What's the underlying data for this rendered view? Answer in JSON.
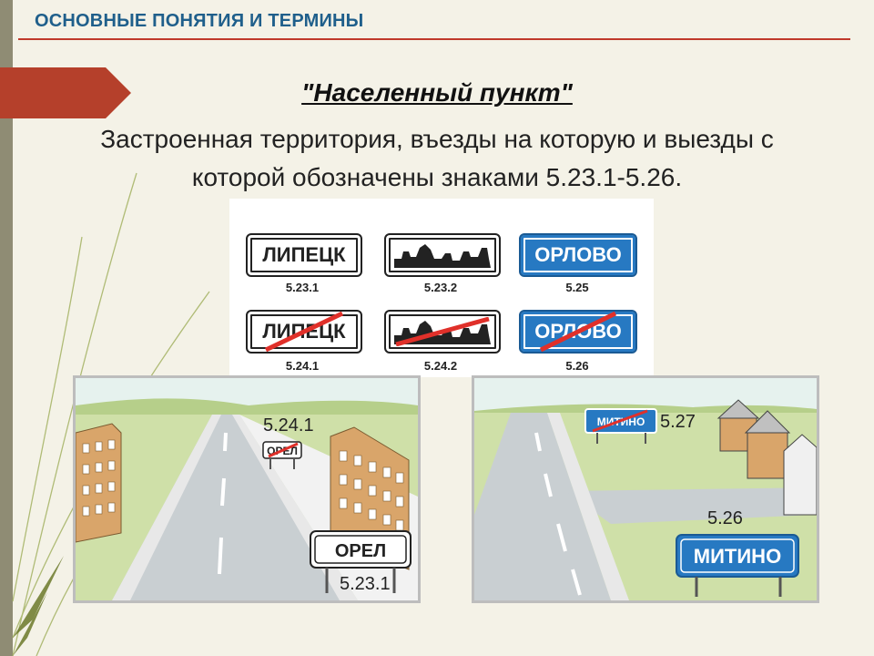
{
  "header": {
    "title": "ОСНОВНЫЕ ПОНЯТИЯ И ТЕРМИНЫ"
  },
  "term": {
    "title": "\"Населенный пункт\"",
    "definition_line1": "Застроенная территория, въезды на которую и выезды с",
    "definition_line2": "которой обозначены знаками 5.23.1-5.26."
  },
  "signs": [
    {
      "code": "5.23.1",
      "text": "ЛИПЕЦК",
      "style": "white"
    },
    {
      "code": "5.23.2",
      "text": "",
      "style": "silhouette"
    },
    {
      "code": "5.25",
      "text": "ОРЛОВО",
      "style": "blue"
    },
    {
      "code": "5.24.1",
      "text": "ЛИПЕЦК",
      "style": "white-crossed"
    },
    {
      "code": "5.24.2",
      "text": "",
      "style": "silhouette-crossed"
    },
    {
      "code": "5.26",
      "text": "ОРЛОВО",
      "style": "blue-crossed"
    }
  ],
  "scene_left": {
    "sign_far_code": "5.24.1",
    "sign_far_text": "ОРЕЛ",
    "sign_near_text": "ОРЕЛ",
    "sign_near_code": "5.23.1"
  },
  "scene_right": {
    "sign_far_text": "МИТИНО",
    "sign_far_code": "5.27",
    "sign_near_code": "5.26",
    "sign_near_text": "МИТИНО"
  },
  "colors": {
    "header_blue": "#1f5f8b",
    "accent_red": "#c0392b",
    "sign_blue": "#2779c2",
    "cross_red": "#e0302a"
  }
}
